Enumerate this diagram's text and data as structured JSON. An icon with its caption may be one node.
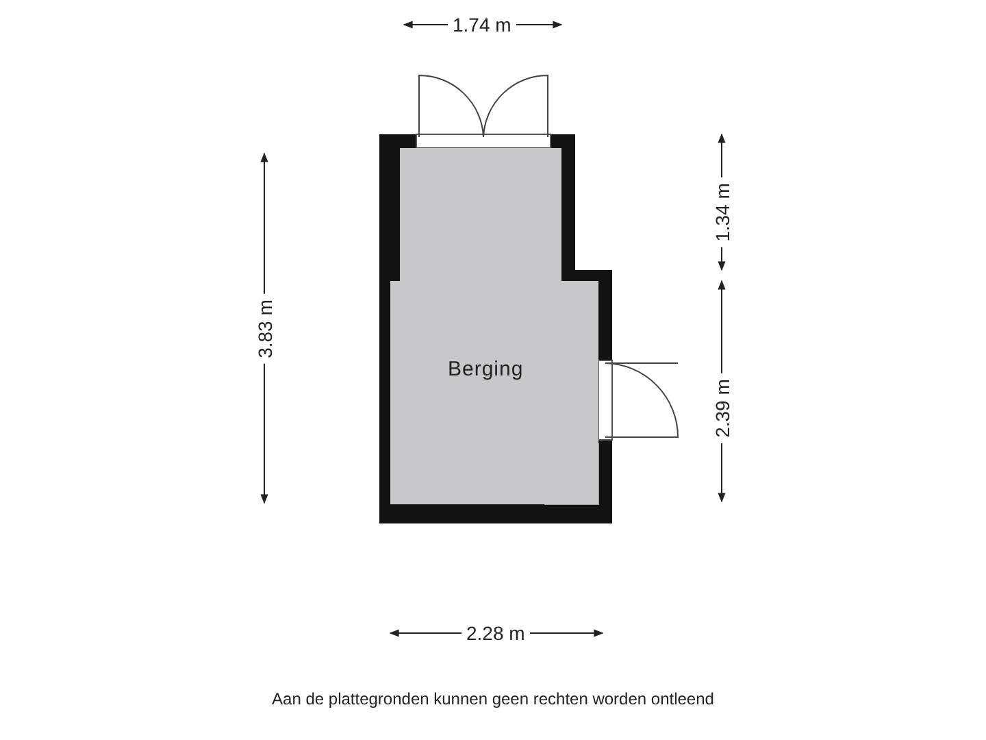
{
  "diagram": {
    "nodes": [
      {
        "text": [
          "Berging"
        ]
      }
    ],
    "labels": [
      "1.74 m",
      "3.83 m",
      "1.34 m",
      "2.39 m",
      "2.28 m"
    ],
    "caption": "Aan de plattegronden kunnen geen rechten worden ontleend"
  }
}
